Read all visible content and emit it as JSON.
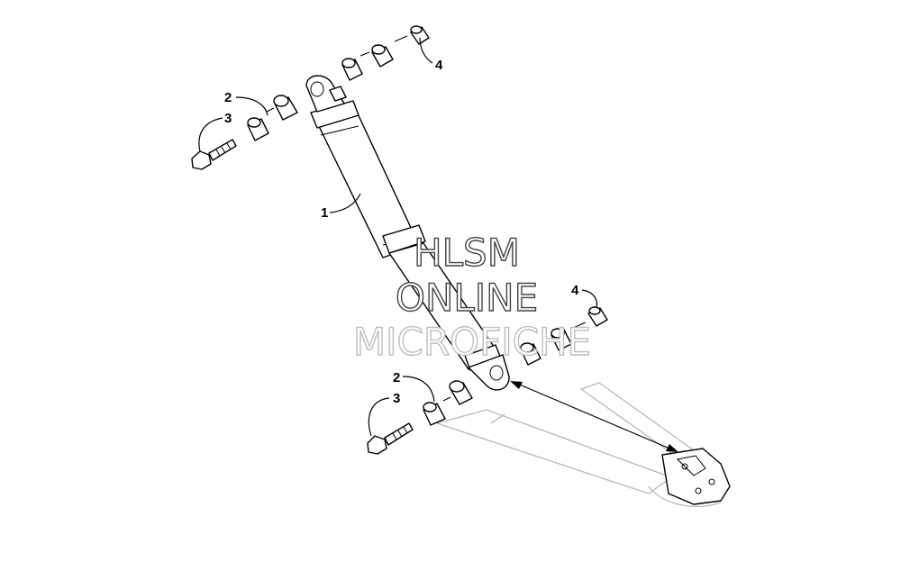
{
  "diagram": {
    "callouts": [
      {
        "id": "c1",
        "label": "1"
      },
      {
        "id": "c2a",
        "label": "2"
      },
      {
        "id": "c3a",
        "label": "3"
      },
      {
        "id": "c4a",
        "label": "4"
      },
      {
        "id": "c2b",
        "label": "2"
      },
      {
        "id": "c3b",
        "label": "3"
      },
      {
        "id": "c4b",
        "label": "4"
      }
    ],
    "watermark": [
      "HLSM",
      "ONLINE",
      "MICROFICHE"
    ]
  }
}
